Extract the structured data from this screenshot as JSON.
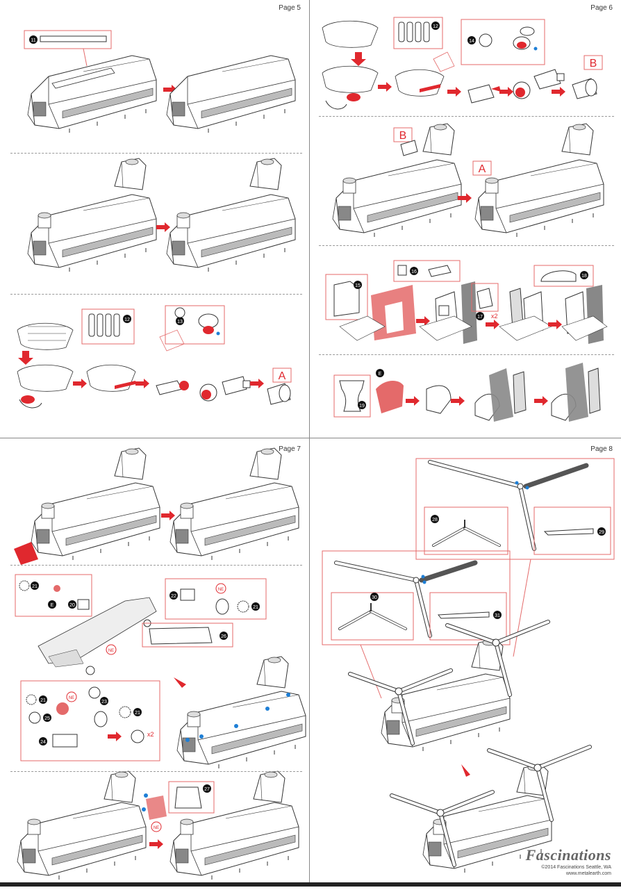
{
  "pages": {
    "p5": "Page 5",
    "p6": "Page 6",
    "p7": "Page 7",
    "p8": "Page 8"
  },
  "steps": {
    "s11": "11",
    "s12": "12",
    "s13": "13",
    "s14": "14",
    "s15": "15",
    "s16": "16",
    "s17": "17",
    "s18": "18",
    "s19": "19",
    "s20": "20",
    "s21": "21",
    "s22": "22",
    "s23": "23",
    "s24": "24",
    "s25": "25",
    "s26": "26",
    "s27": "27",
    "s28": "28",
    "s29": "29",
    "s30": "30",
    "s31": "31"
  },
  "labels": {
    "A": "A",
    "B": "B",
    "E": "E",
    "NE": "NE",
    "x2": "x2"
  },
  "brand": {
    "name": "Fascinations",
    "copyright": "©2014 Fascinations Seattle, WA",
    "url": "www.metalearth.com"
  },
  "colors": {
    "accent_red": "#e0282e",
    "box_stroke": "#e46a6a",
    "line": "#333333",
    "hint_blue": "#1e7fd6",
    "hint_yellow": "#d6d62a"
  }
}
